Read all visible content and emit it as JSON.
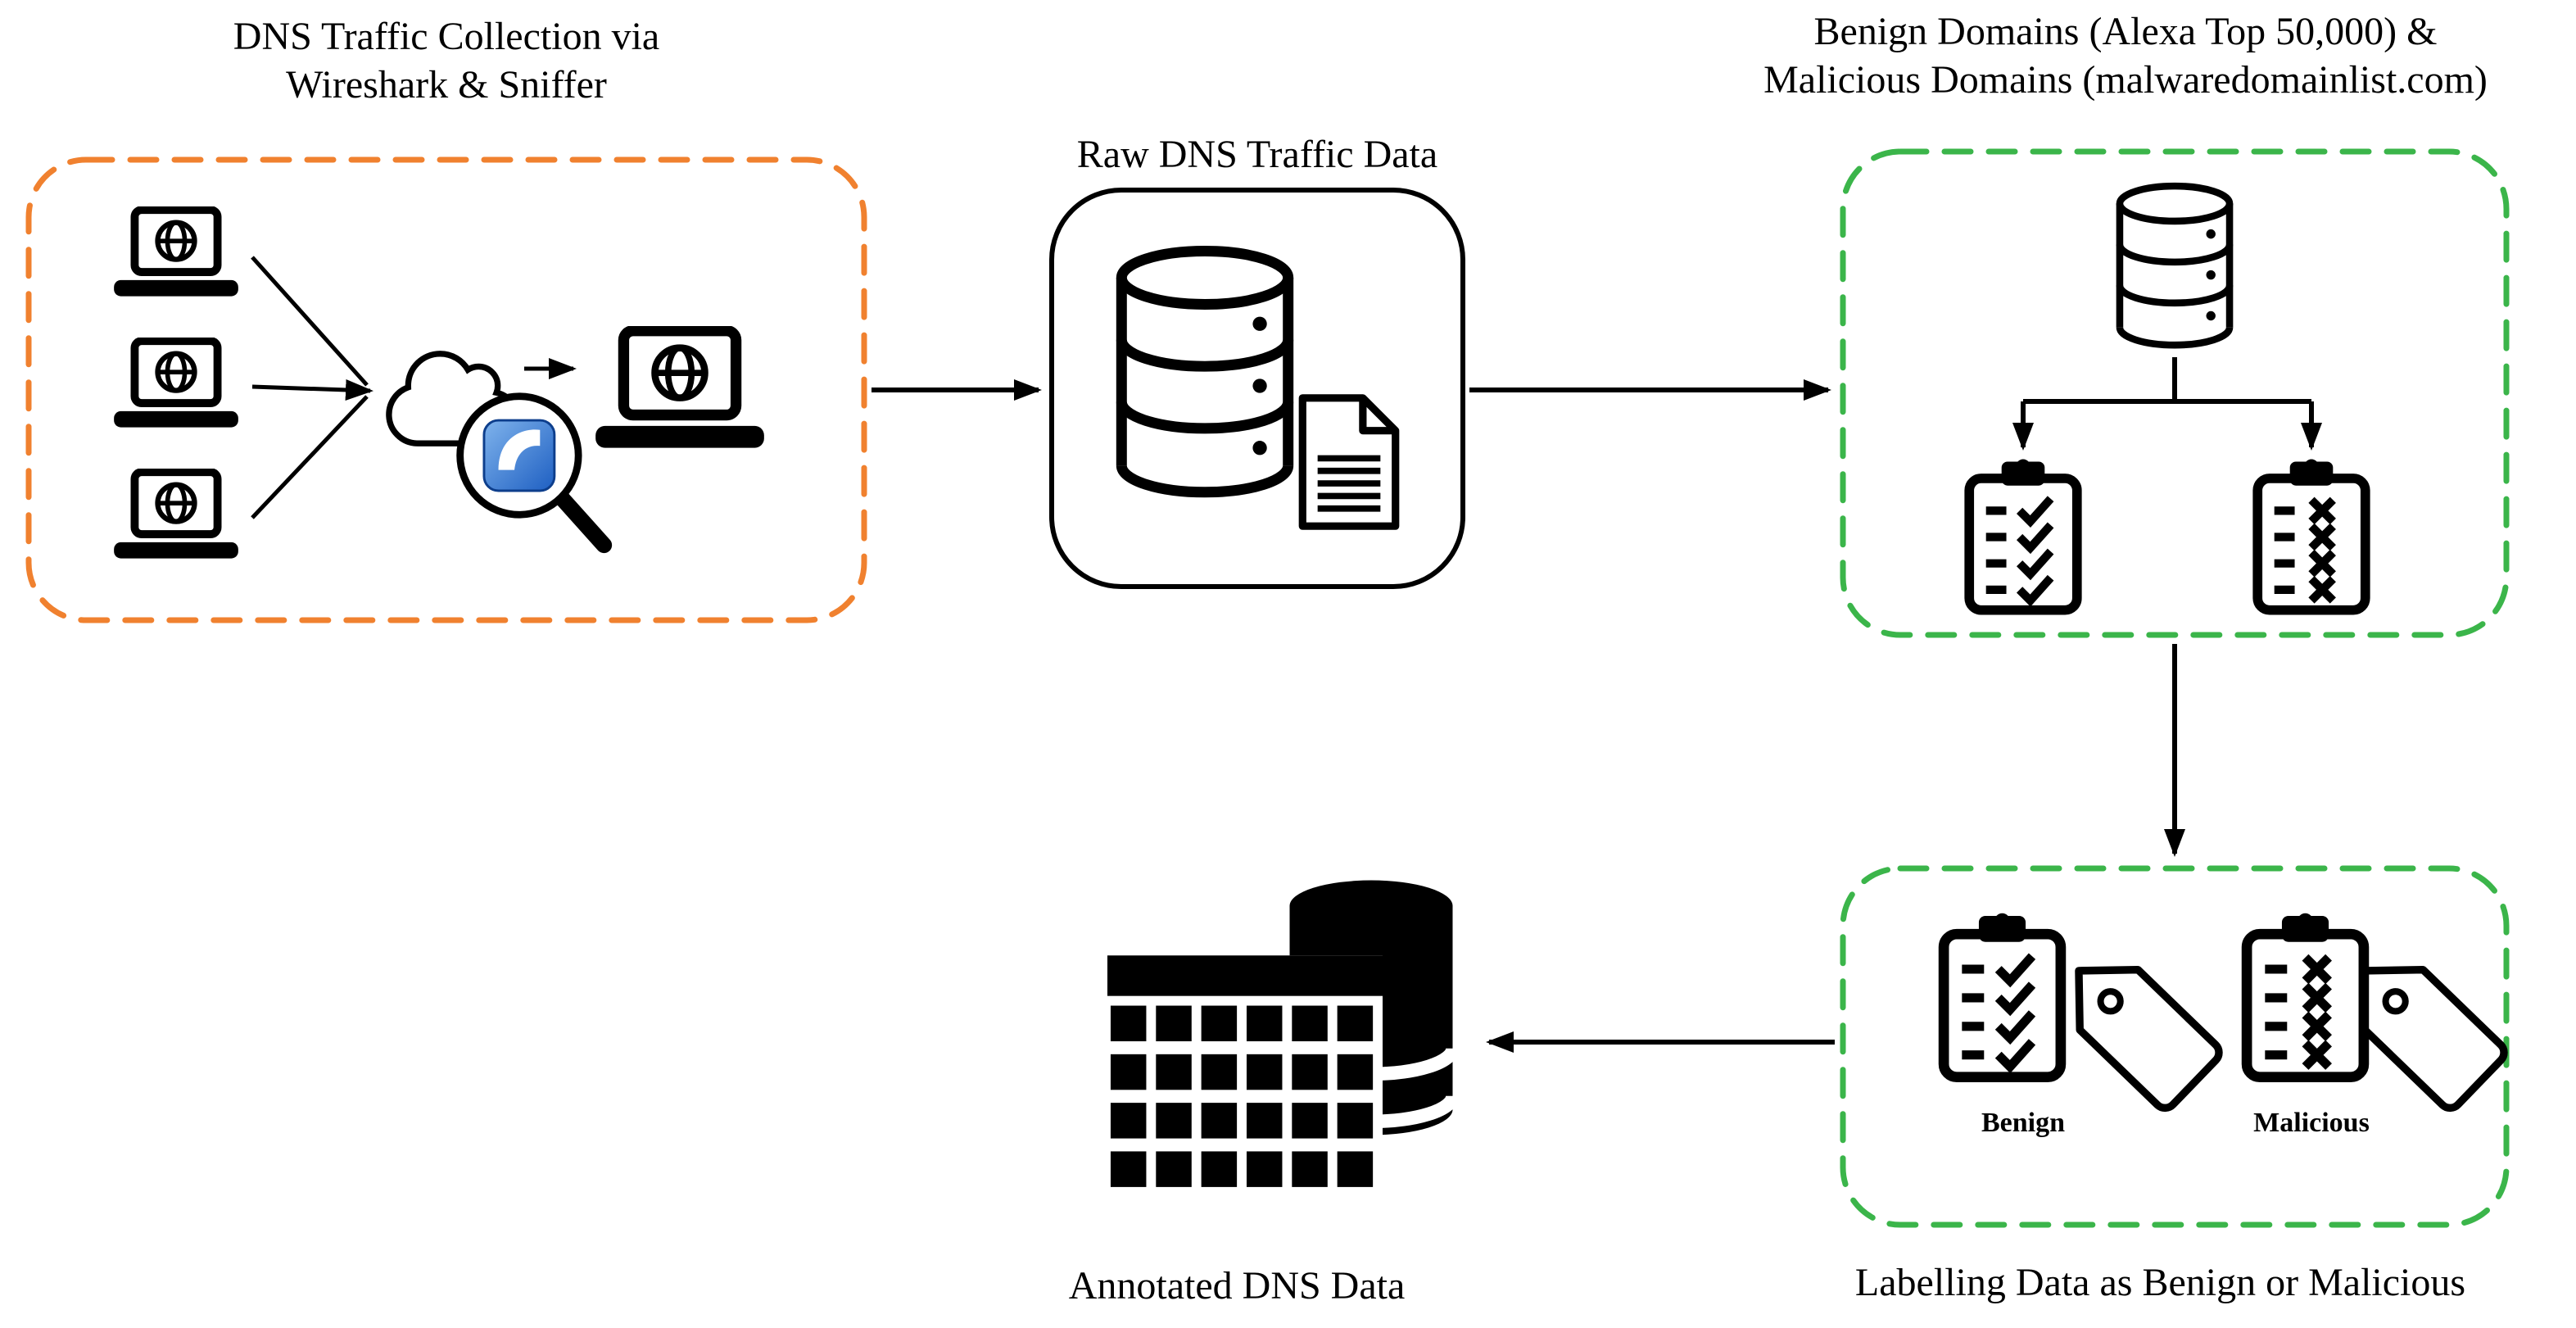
{
  "diagram": {
    "collection": {
      "title_line1": "DNS Traffic Collection via",
      "title_line2": "Wireshark & Sniffer"
    },
    "raw": {
      "title": "Raw DNS Traffic Data"
    },
    "domains": {
      "title_line1": "Benign Domains (Alexa Top 50,000) &",
      "title_line2": "Malicious Domains (malwaredomainlist.com)"
    },
    "labelling": {
      "benign": "Benign",
      "malicious": "Malicious",
      "caption": "Labelling Data as Benign or Malicious"
    },
    "annotated": {
      "caption": "Annotated DNS Data"
    },
    "colors": {
      "collection_border": "#F0812F",
      "domains_border": "#3BB54A",
      "raw_border": "#000000",
      "arrow": "#000000",
      "wireshark_blue_light": "#7FB3EC",
      "wireshark_blue_dark": "#1E5FC2"
    },
    "icons": [
      "laptop-globe-icon",
      "cloud-icon",
      "wireshark-magnifier-icon",
      "database-icon",
      "document-icon",
      "clipboard-check-icon",
      "clipboard-x-icon",
      "tag-icon",
      "annotated-cylinder-icon",
      "annotated-table-icon"
    ]
  }
}
